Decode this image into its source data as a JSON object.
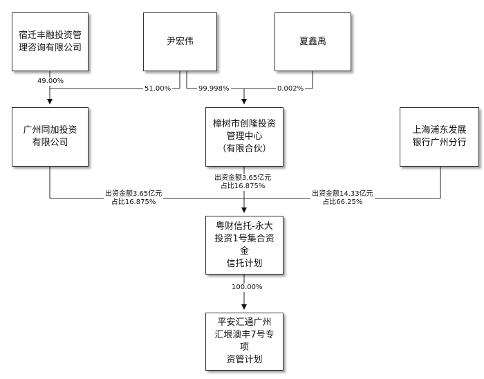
{
  "nodes": {
    "suqian": "宿迁丰融投资管理咨询有限公司",
    "yin": "尹宏伟",
    "xia": "夏鑫禹",
    "tongjia": "广州同加投资\n有限公司",
    "changshu": "樟树市创隆投资\n管理中心\n（有限合伙）",
    "spdb": "上海浦东发展\n银行广州分行",
    "trust": "粤财信托-永大\n投资1号集合资金\n信托计划",
    "pingan": "平安汇通广州\n汇垠澳丰7号专项\n资管计划"
  },
  "edges": {
    "suqian_to_tongjia": "49.00%",
    "yin_to_tongjia": "51.00%",
    "yin_to_changshu": "99.998%",
    "xia_to_changshu": "0.002%",
    "tongjia_to_trust": "出资金额3.65亿元\n占比16.875%",
    "changshu_to_trust": "出资金额3.65亿元\n占比16.875%",
    "spdb_to_trust": "出资金额14.33亿元\n占比66.25%",
    "trust_to_pingan": "100.00%"
  }
}
